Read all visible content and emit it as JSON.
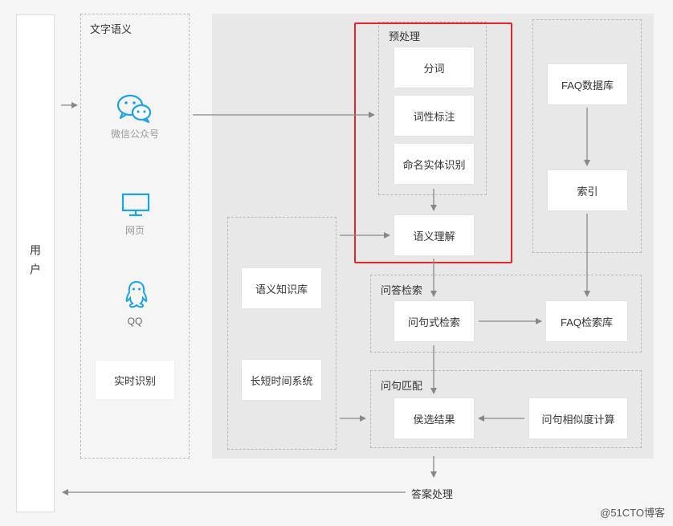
{
  "user": {
    "label": "用户"
  },
  "text_semantics": {
    "title": "文字语义",
    "channels": [
      {
        "icon": "wechat-icon",
        "label": "微信公众号"
      },
      {
        "icon": "monitor-icon",
        "label": "网页"
      },
      {
        "icon": "qq-icon",
        "label": "QQ"
      }
    ],
    "realtime": "实时识别"
  },
  "preprocess": {
    "title": "预处理",
    "steps": [
      "分词",
      "词性标注",
      "命名实体识别"
    ]
  },
  "semantic_understanding": "语义理解",
  "knowledge": {
    "items": [
      "语义知识库",
      "长短时间系统"
    ]
  },
  "faq": {
    "database": "FAQ数据库",
    "index": "索引"
  },
  "qa_retrieval": {
    "title": "问答检索",
    "query": "问句式检索",
    "library": "FAQ检索库"
  },
  "question_match": {
    "title": "问句匹配",
    "candidates": "侯选结果",
    "similarity": "问句相似度计算"
  },
  "answer": "答案处理",
  "watermark": "@51CTO博客",
  "colors": {
    "wechat": "#1aa3e8",
    "monitor": "#1aa3e8",
    "qq": "#1aa3e8",
    "highlight": "#e3262b",
    "arrow": "#888888"
  }
}
